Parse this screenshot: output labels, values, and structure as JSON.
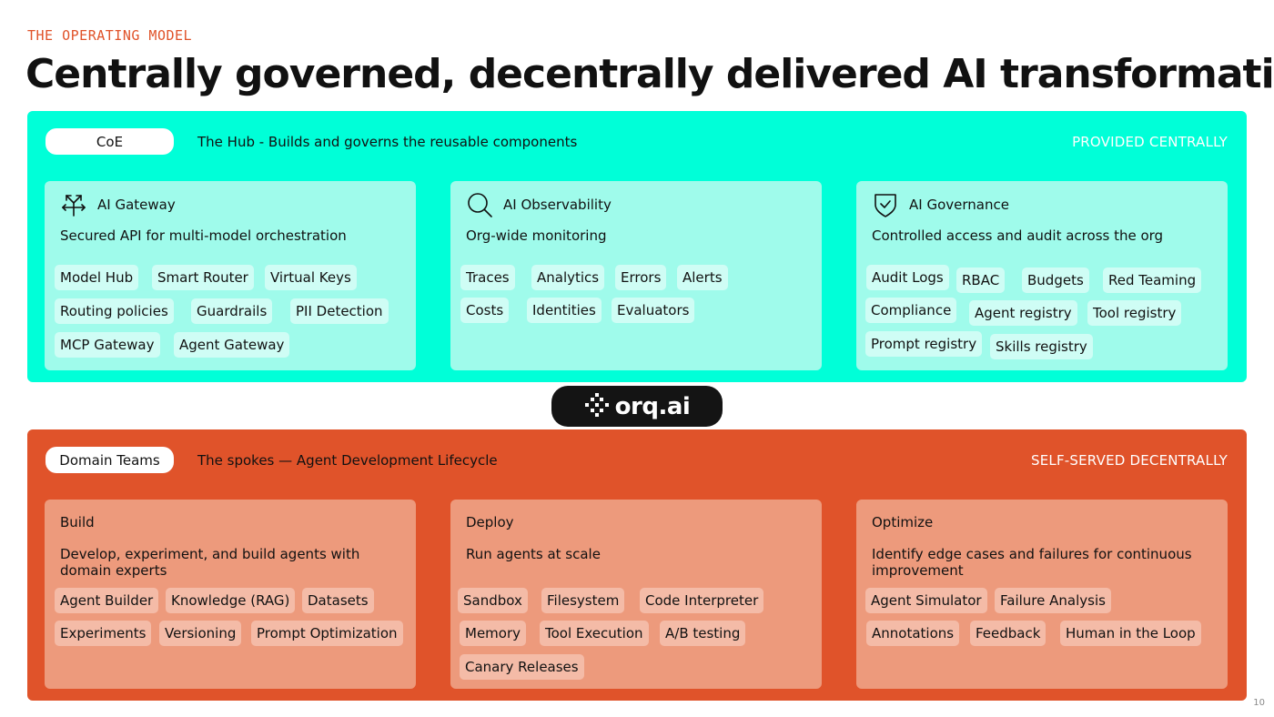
{
  "header": {
    "eyebrow": "THE OPERATING MODEL",
    "title": "Centrally governed, decentrally delivered AI transformation"
  },
  "hub": {
    "pill": "CoE",
    "description": "The Hub - Builds and governs the reusable components",
    "right_label": "PROVIDED CENTRALLY",
    "color": "#00ffd8",
    "cards": [
      {
        "icon": "gateway-arrows-icon",
        "title": "AI Gateway",
        "subtitle": "Secured API for multi-model orchestration",
        "tags": [
          "Model Hub",
          "Smart Router",
          "Virtual Keys",
          "Routing policies",
          "Guardrails",
          "PII Detection",
          "MCP Gateway",
          "Agent Gateway"
        ]
      },
      {
        "icon": "search-icon",
        "title": "AI Observability",
        "subtitle": "Org-wide monitoring",
        "tags": [
          "Traces",
          "Analytics",
          "Errors",
          "Alerts",
          "Costs",
          "Identities",
          "Evaluators"
        ]
      },
      {
        "icon": "shield-check-icon",
        "title": "AI Governance",
        "subtitle": "Controlled access and audit across the org",
        "tags": [
          "Audit Logs",
          "RBAC",
          "Budgets",
          "Red Teaming",
          "Compliance",
          "Agent registry",
          "Tool registry",
          "Prompt registry",
          "Skills registry"
        ]
      }
    ]
  },
  "logo": {
    "icon": "orq-logo-icon",
    "text": "orq.ai"
  },
  "spokes": {
    "pill": "Domain Teams",
    "description": "The spokes — Agent Development Lifecycle",
    "right_label": "SELF-SERVED DECENTRALLY",
    "color": "#e0532a",
    "cards": [
      {
        "title": "Build",
        "subtitle": "Develop, experiment, and build agents with domain experts",
        "tags": [
          "Agent Builder",
          "Knowledge (RAG)",
          "Datasets",
          "Experiments",
          "Versioning",
          "Prompt Optimization"
        ]
      },
      {
        "title": "Deploy",
        "subtitle": "Run agents at scale",
        "tags": [
          "Sandbox",
          "Filesystem",
          "Code Interpreter",
          "Memory",
          "Tool Execution",
          "A/B testing",
          "Canary Releases"
        ]
      },
      {
        "title": "Optimize",
        "subtitle": "Identify edge cases and failures for continuous improvement",
        "tags": [
          "Agent Simulator",
          "Failure Analysis",
          "Annotations",
          "Feedback",
          "Human in the Loop"
        ]
      }
    ]
  },
  "footer": {
    "page_number": "10"
  }
}
